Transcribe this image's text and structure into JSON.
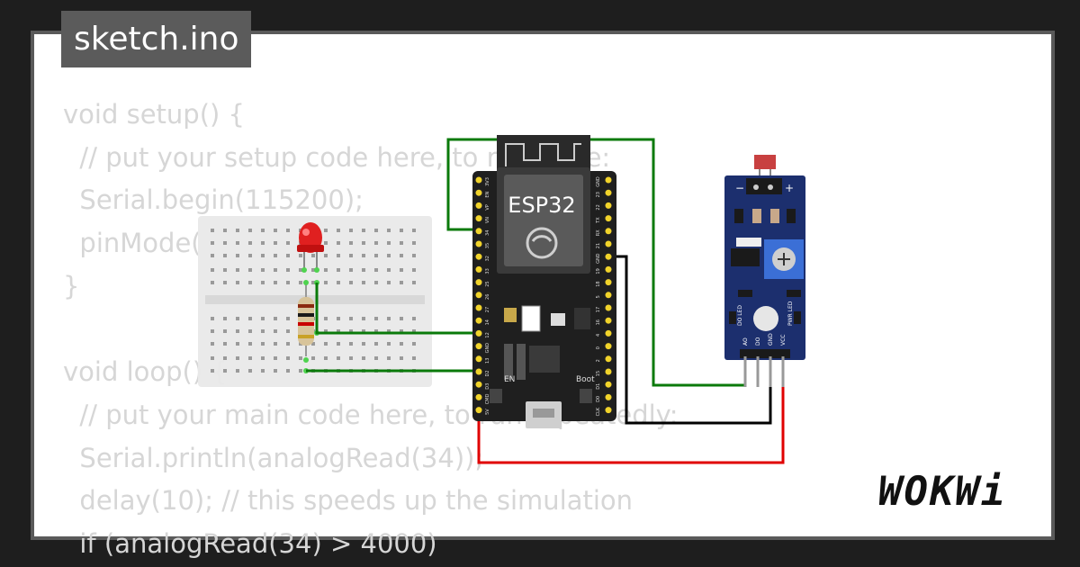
{
  "title": "sketch.ino",
  "code_lines": [
    "void setup() {",
    "  // put your setup code here, to run once:",
    "  Serial.begin(115200);",
    "  pinMode(",
    "}",
    "",
    "void loop() {",
    "  // put your main code here, to run repeatedly:",
    "  Serial.println(analogRead(34));",
    "  delay(10); // this speeds up the simulation",
    "  if (analogRead(34) > 4000)"
  ],
  "board": {
    "label": "ESP32",
    "en_label": "EN",
    "boot_label": "Boot",
    "left_pins": [
      "3V3",
      "EN",
      "VP",
      "VN",
      "34",
      "35",
      "32",
      "33",
      "25",
      "26",
      "27",
      "14",
      "12",
      "GND",
      "13",
      "D2",
      "D3",
      "CMD",
      "5V"
    ],
    "right_pins": [
      "GND",
      "23",
      "22",
      "TX",
      "RX",
      "21",
      "GND",
      "19",
      "18",
      "5",
      "17",
      "16",
      "4",
      "0",
      "2",
      "15",
      "D1",
      "D0",
      "CLK"
    ]
  },
  "sensor": {
    "minus_label": "−",
    "plus_label": "+",
    "do_led_label": "DO LED",
    "pwr_led_label": "PWR LED",
    "pins": [
      "AO",
      "DO",
      "GND",
      "VCC"
    ]
  },
  "logo": "WOKWi",
  "colors": {
    "wire_green": "#0a7a0a",
    "wire_black": "#000000",
    "wire_red": "#e00000",
    "board": "#1f1f1f",
    "sensor": "#1c2f6e",
    "led": "#e02020"
  }
}
